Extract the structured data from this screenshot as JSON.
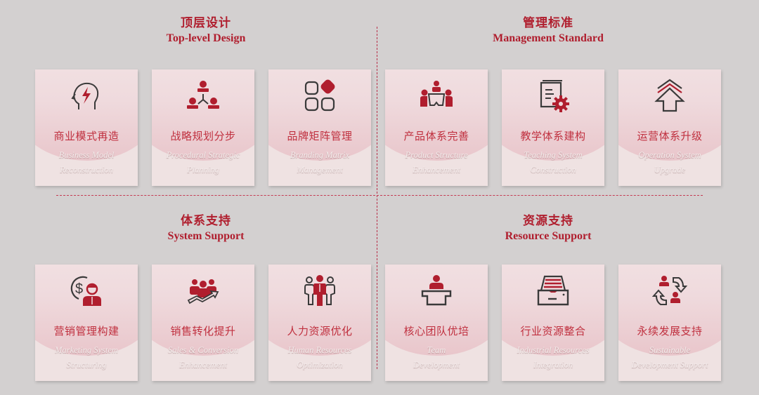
{
  "colors": {
    "background": "#d3d0d0",
    "accent_red": "#b01e2e",
    "card_bg": "#efe2e2",
    "icon_dark": "#3a3a3a"
  },
  "sections": [
    {
      "title_cn": "顶层设计",
      "title_en": "Top-level Design",
      "cards": [
        {
          "icon": "head-lightning-icon",
          "cn": "商业模式再造",
          "en1": "Business Model",
          "en2": "Reconstruction"
        },
        {
          "icon": "hierarchy-people-icon",
          "cn": "战略规划分步",
          "en1": "Procedural Strategic",
          "en2": "Planning"
        },
        {
          "icon": "brand-matrix-icon",
          "cn": "品牌矩阵管理",
          "en1": "Branding Matrix",
          "en2": "Management"
        }
      ]
    },
    {
      "title_cn": "管理标准",
      "title_en": "Management Standard",
      "cards": [
        {
          "icon": "meeting-table-icon",
          "cn": "产品体系完善",
          "en1": "Product Structure",
          "en2": "Enhancement"
        },
        {
          "icon": "document-gear-icon",
          "cn": "教学体系建构",
          "en1": "Teaching System",
          "en2": "Construction"
        },
        {
          "icon": "upgrade-arrow-icon",
          "cn": "运营体系升级",
          "en1": "Operation System",
          "en2": "Upgrade"
        }
      ]
    },
    {
      "title_cn": "体系支持",
      "title_en": "System Support",
      "cards": [
        {
          "icon": "dollar-person-icon",
          "cn": "营销管理构建",
          "en1": "Marketing System",
          "en2": "Structuring"
        },
        {
          "icon": "team-growth-icon",
          "cn": "销售转化提升",
          "en1": "Sales & Conversion",
          "en2": "Enhancement"
        },
        {
          "icon": "human-resources-icon",
          "cn": "人力资源优化",
          "en1": "Human Resources",
          "en2": "Optimization"
        }
      ]
    },
    {
      "title_cn": "资源支持",
      "title_en": "Resource Support",
      "cards": [
        {
          "icon": "podium-speaker-icon",
          "cn": "核心团队优培",
          "en1": "Team",
          "en2": "Development"
        },
        {
          "icon": "inbox-tray-icon",
          "cn": "行业资源整合",
          "en1": "Industrial Resources",
          "en2": "Integration"
        },
        {
          "icon": "cycle-people-icon",
          "cn": "永续发展支持",
          "en1": "Sustainable",
          "en2": "Development Support"
        }
      ]
    }
  ]
}
